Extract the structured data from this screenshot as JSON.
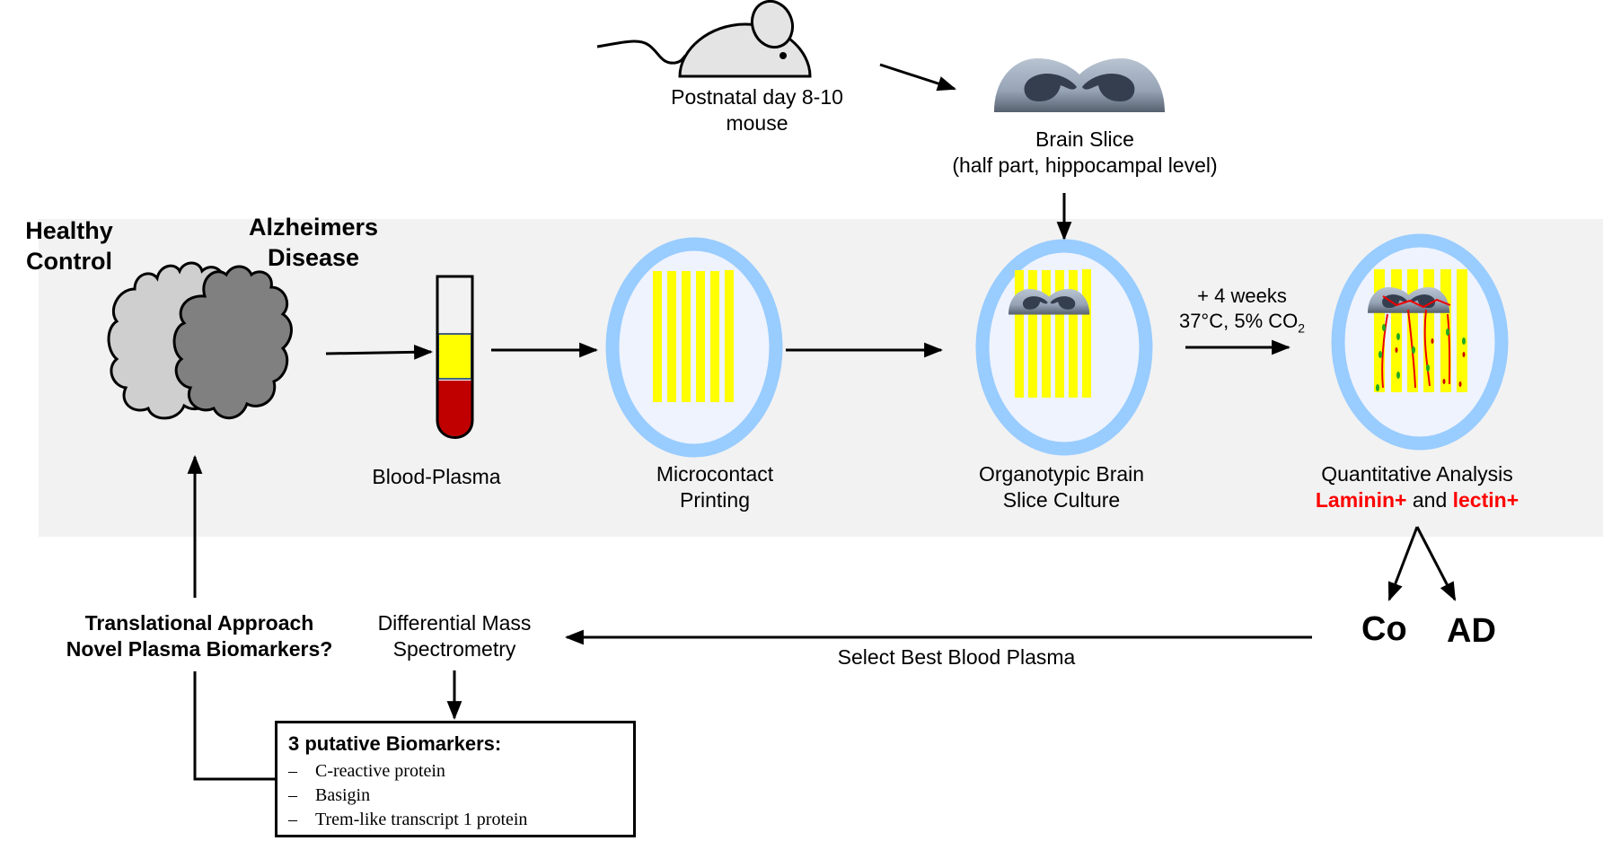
{
  "top": {
    "mouse_label_line1": "Postnatal day 8-10",
    "mouse_label_line2": "mouse",
    "slice_label_line1": "Brain Slice",
    "slice_label_line2": "(half part, hippocampal level)"
  },
  "groups": {
    "healthy_line1": "Healthy",
    "healthy_line2": "Control",
    "alz_line1": "Alzheimers",
    "alz_line2": "Disease"
  },
  "steps": [
    {
      "line1": "Blood-Plasma",
      "line2": ""
    },
    {
      "line1": "Microcontact",
      "line2": "Printing"
    },
    {
      "line1": "Organotypic Brain",
      "line2": "Slice Culture"
    },
    {
      "line1": "Quantitative Analysis",
      "marker1": "Laminin+",
      "conj": "and",
      "marker2": "lectin+"
    }
  ],
  "incubation": {
    "line1": "+ 4 weeks",
    "line2_prefix": "37°C, 5% CO",
    "line2_sub": "2"
  },
  "outcomes": {
    "co": "Co",
    "ad": "AD"
  },
  "bottom": {
    "select_label": "Select Best Blood Plasma",
    "ms_line1": "Differential Mass",
    "ms_line2": "Spectrometry",
    "translational_line1": "Translational Approach",
    "translational_line2": "Novel Plasma Biomarkers?",
    "biomarkers_title": "3 putative Biomarkers:",
    "biomarkers": [
      "C-reactive protein",
      "Basigin",
      "Trem-like transcript 1 protein"
    ]
  },
  "colors": {
    "band": "#f2f2f2",
    "dish_ring": "#99ccff",
    "dish_inner": "#eef3fd",
    "stripe": "#ffff00",
    "plasma": "#ffff00",
    "blood": "#c00000",
    "healthy_brain": "#d0cfd0",
    "ad_brain": "#808080",
    "marker_red": "#ff0000",
    "lectin_green": "#22aa22"
  }
}
